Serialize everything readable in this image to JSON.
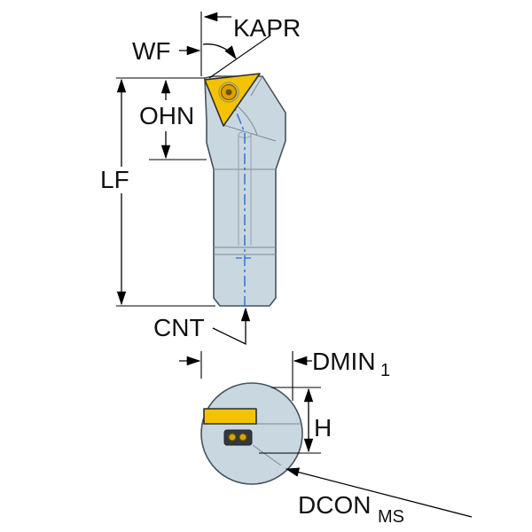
{
  "diagram": {
    "type": "technical-drawing",
    "labels": {
      "kapr": "KAPR",
      "wf": "WF",
      "ohn": "OHN",
      "lf": "LF",
      "cnt": "CNT",
      "dmin": "DMIN",
      "dmin_sub": "1",
      "h": "H",
      "dcon": "DCON",
      "dcon_sub": "MS"
    },
    "colors": {
      "background": "#ffffff",
      "body_fill": "#c9d7e1",
      "body_outline": "#47535c",
      "insert_fill": "#f3c300",
      "insert_outline": "#2e2e2e",
      "screw_fill": "#d9a400",
      "centerline": "#1f6fd6",
      "dimension": "#000000"
    }
  }
}
